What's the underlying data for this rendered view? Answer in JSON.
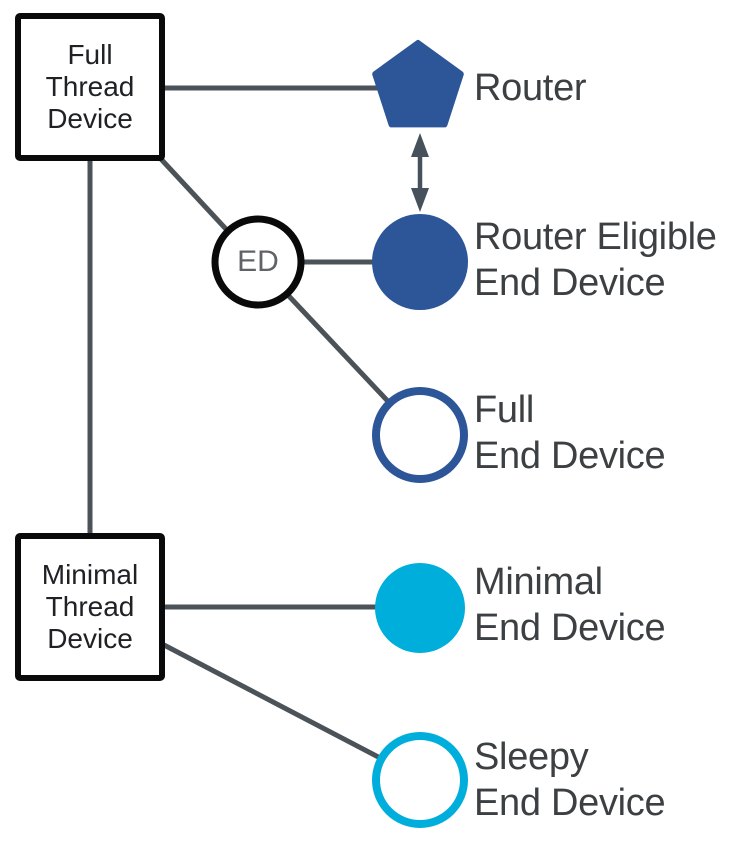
{
  "colors": {
    "dark_blue": "#2D5699",
    "cyan": "#00AEDB",
    "connector_line": "#4B5258",
    "arrow": "#47515B",
    "box_border": "#0A0A0A",
    "box_text": "#202124",
    "label_text": "#3C4043",
    "ed_text": "#5F6368",
    "background": "#FFFFFF"
  },
  "nodes": {
    "full_thread_device": {
      "lines": [
        "Full",
        "Thread",
        "Device"
      ]
    },
    "minimal_thread_device": {
      "lines": [
        "Minimal",
        "Thread",
        "Device"
      ]
    },
    "ed_circle": {
      "label": "ED"
    },
    "router": {
      "label": "Router"
    },
    "router_eligible_end_device": {
      "lines": [
        "Router Eligible",
        "End Device"
      ]
    },
    "full_end_device": {
      "lines": [
        "Full",
        "End Device"
      ]
    },
    "minimal_end_device": {
      "lines": [
        "Minimal",
        "End Device"
      ]
    },
    "sleepy_end_device": {
      "lines": [
        "Sleepy",
        "End Device"
      ]
    }
  },
  "edges": [
    "full_thread_device - router",
    "full_thread_device - minimal_thread_device",
    "full_thread_device - ed_circle",
    "ed_circle - router_eligible_end_device",
    "ed_circle - full_end_device",
    "minimal_thread_device - minimal_end_device",
    "minimal_thread_device - sleepy_end_device",
    "router <-> router_eligible_end_device (bidirectional arrow)"
  ]
}
